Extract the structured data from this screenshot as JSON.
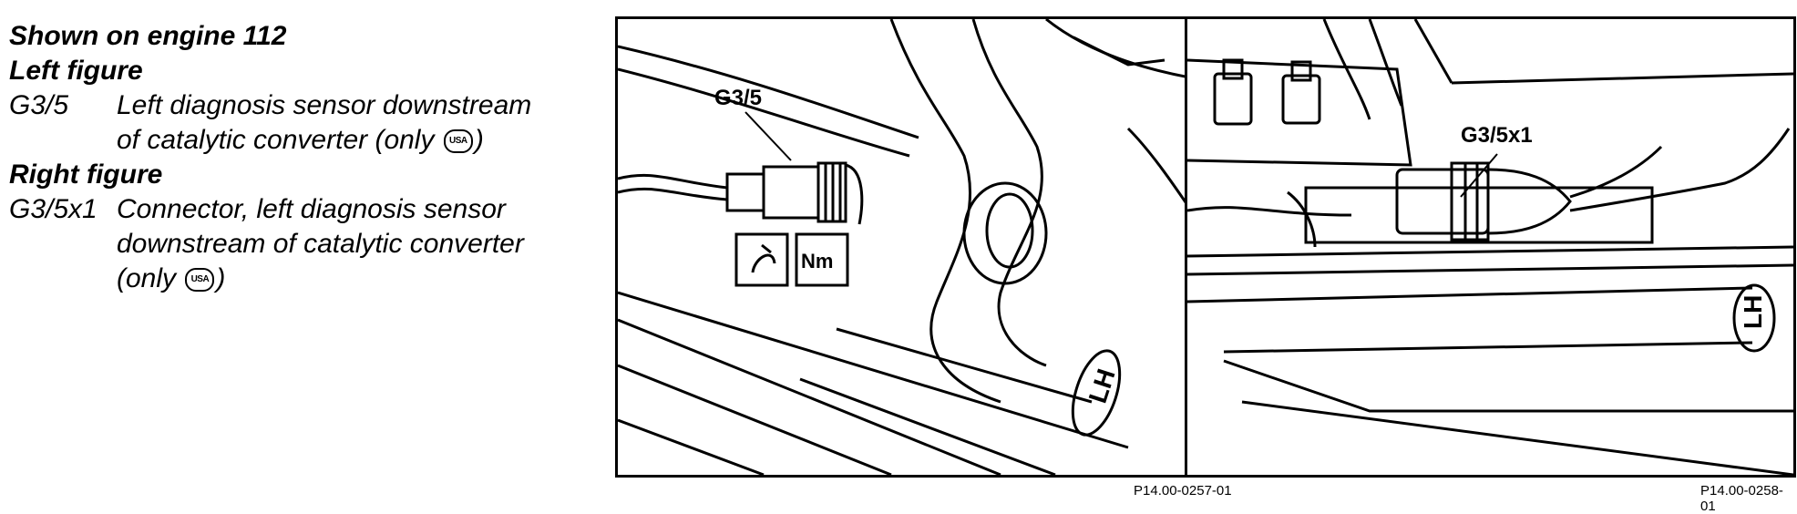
{
  "legend": {
    "heading": "Shown on engine 112",
    "left_title": "Left figure",
    "left_items": [
      {
        "code": "G3/5",
        "lines": [
          "Left diagnosis sensor downstream",
          "of catalytic converter (only",
          ")"
        ]
      }
    ],
    "right_title": "Right figure",
    "right_items": [
      {
        "code": "G3/5x1",
        "lines": [
          "Connector, left diagnosis sensor",
          "downstream of catalytic converter",
          "(only",
          ")"
        ]
      }
    ],
    "usa_badge": "USA"
  },
  "figures": {
    "left": {
      "callout": "G3/5",
      "symbol_nm": "Nm",
      "tube_label": "LH",
      "reference": "P14.00-0257-01"
    },
    "right": {
      "callout": "G3/5x1",
      "tube_label": "LH",
      "reference": "P14.00-0258-01"
    }
  }
}
